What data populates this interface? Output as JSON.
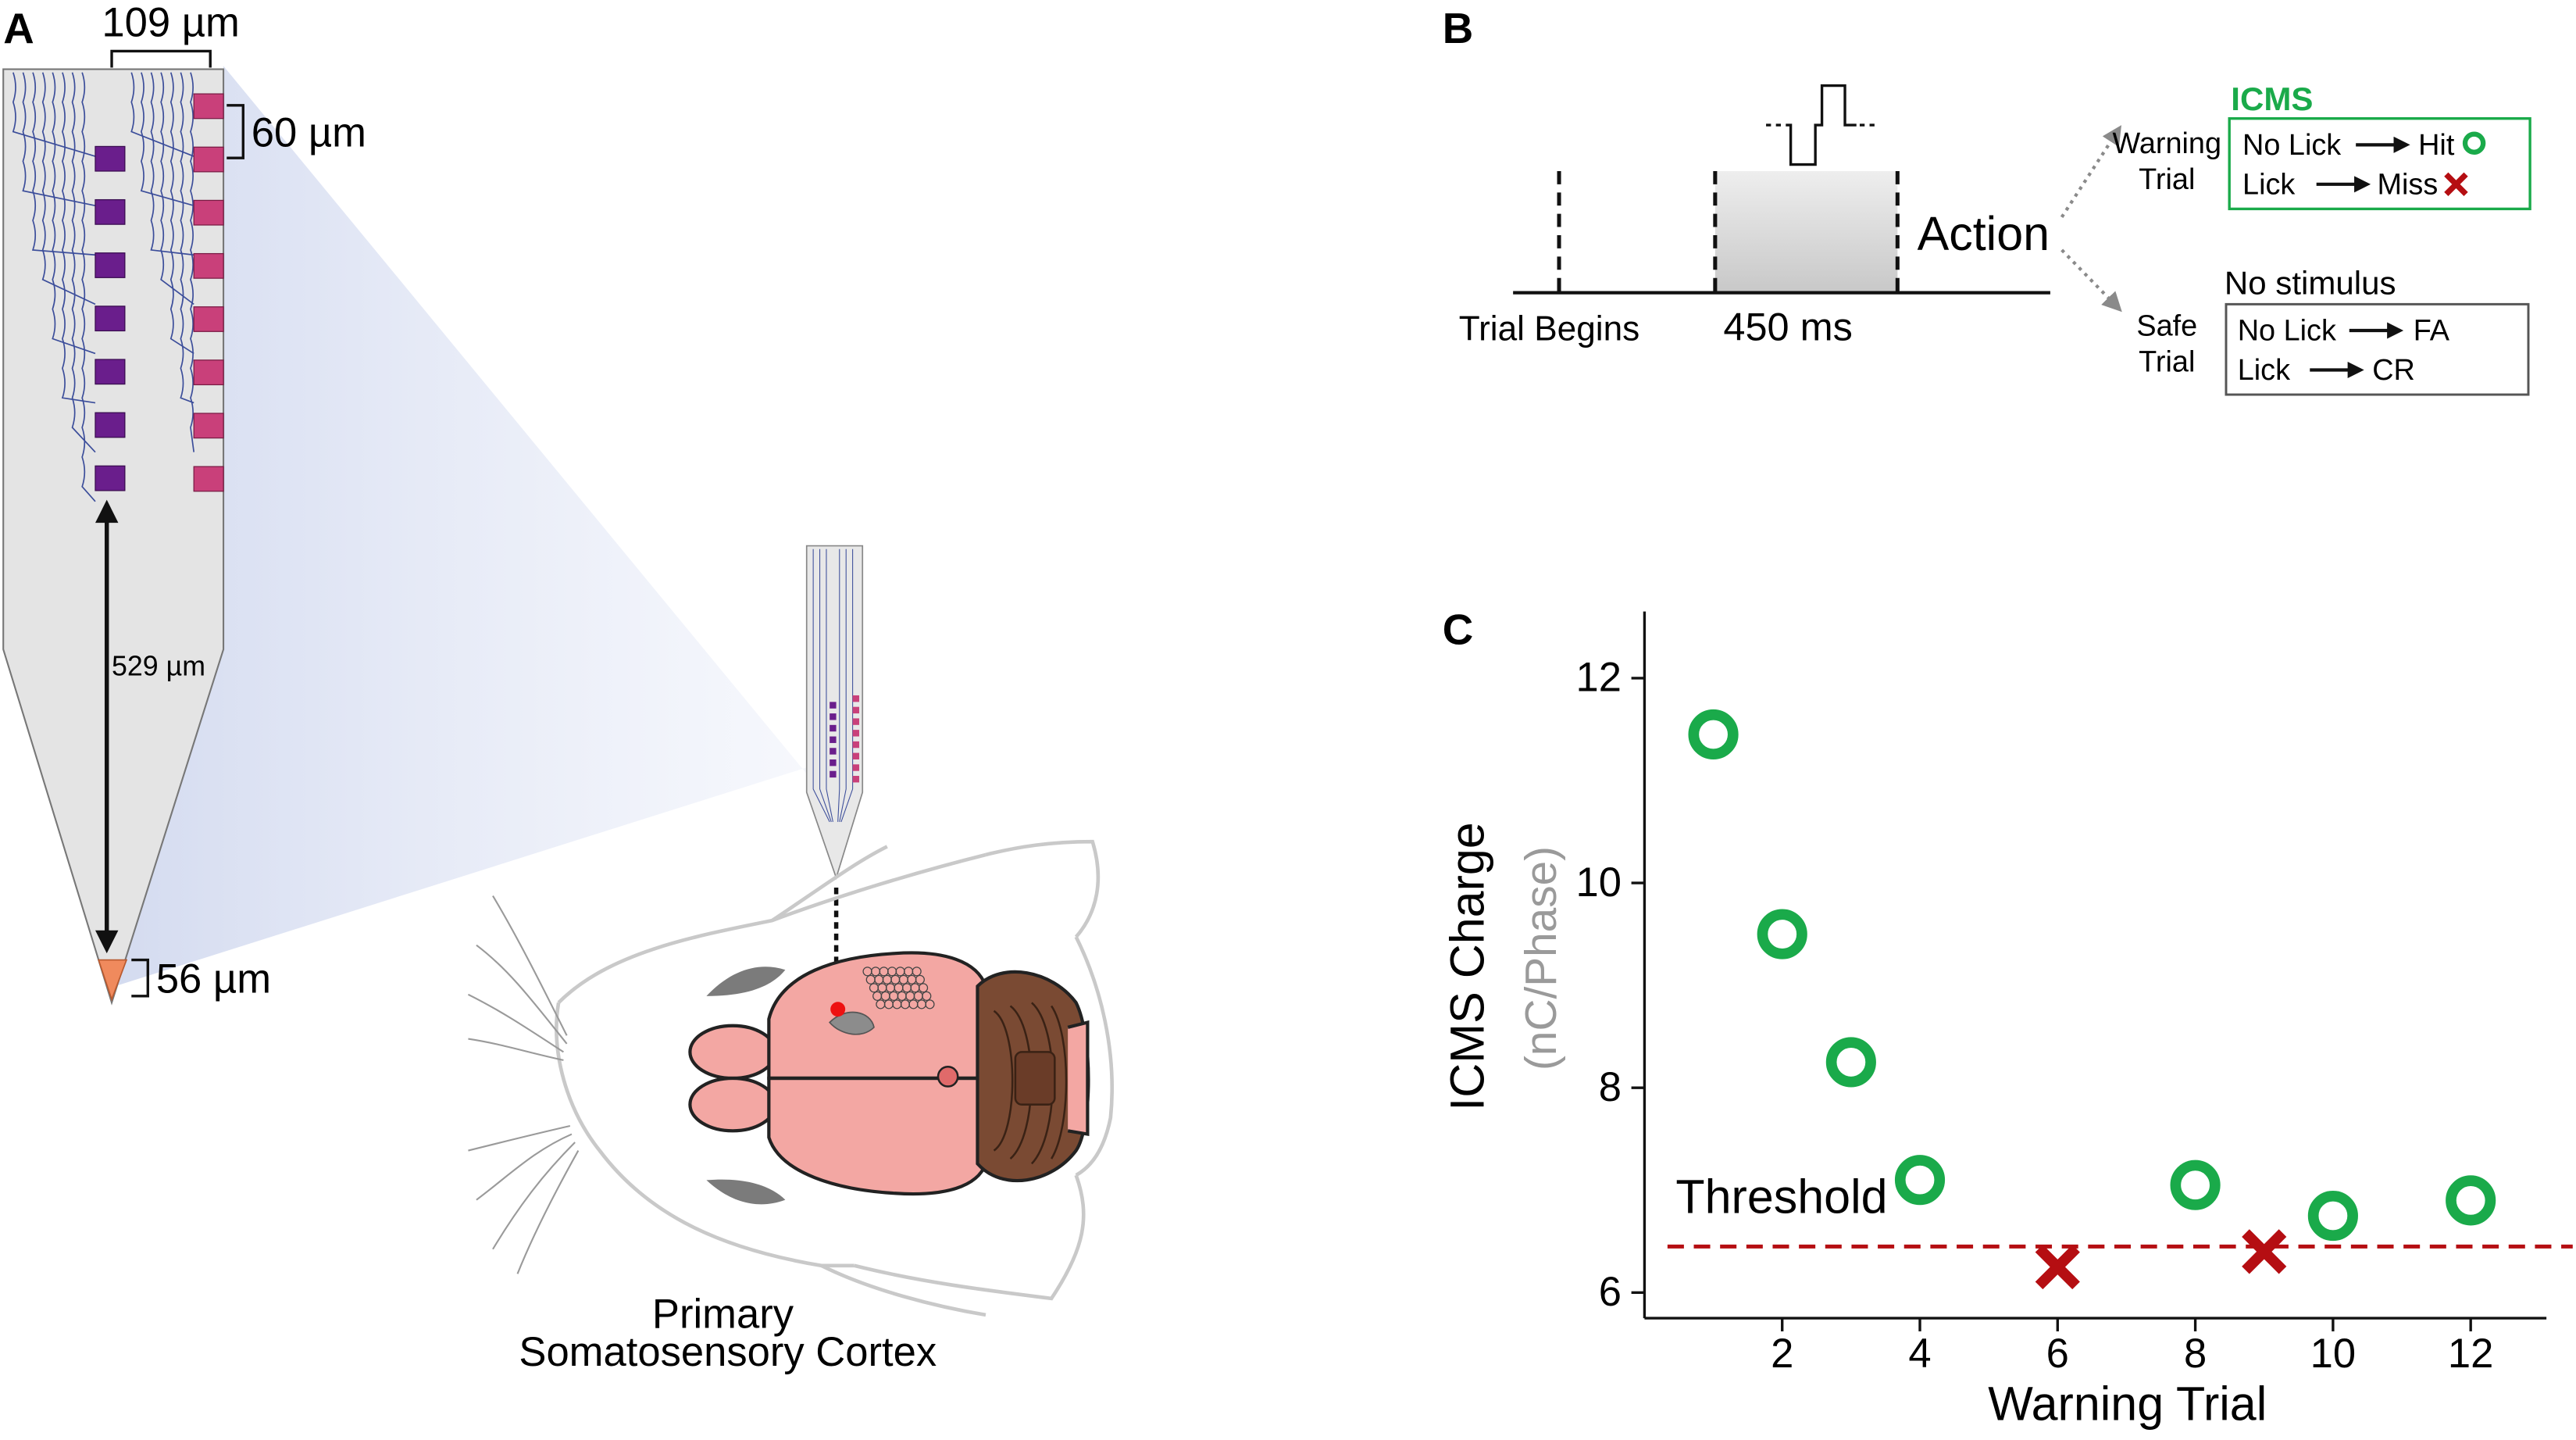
{
  "panel_a": {
    "label": "A",
    "width_label": "109 µm",
    "pitch_label": "60 µm",
    "length_label": "529 µm",
    "tip_label": "56 µm",
    "region_label_line1": "Primary",
    "region_label_line2": "Somatosensory Cortex",
    "colors": {
      "left_sites": "#6a1e8c",
      "right_sites": "#c9407a",
      "shank": "#e3e3e3",
      "traces": "#3b4d9a",
      "tip": "#f08a5d",
      "brain": "#f3a7a3",
      "cerebellum": "#7a4a33"
    }
  },
  "panel_b": {
    "label": "B",
    "trial_begins": "Trial Begins",
    "duration": "450 ms",
    "action": "Action",
    "warning_trial_line1": "Warning",
    "warning_trial_line2": "Trial",
    "safe_trial_line1": "Safe",
    "safe_trial_line2": "Trial",
    "icms_title": "ICMS",
    "no_stim_title": "No stimulus",
    "icms_rows": [
      {
        "response": "No Lick",
        "outcome": "Hit",
        "marker": "circle-icon"
      },
      {
        "response": "Lick",
        "outcome": "Miss",
        "marker": "cross-icon"
      }
    ],
    "nostim_rows": [
      {
        "response": "No Lick",
        "outcome": "FA"
      },
      {
        "response": "Lick",
        "outcome": "CR"
      }
    ],
    "colors": {
      "icms": "#1aaa4a",
      "miss": "#b50e12"
    }
  },
  "panel_c": {
    "label": "C",
    "threshold_label": "Threshold",
    "ylabel_main": "ICMS Charge",
    "ylabel_unit": "(nC/Phase)"
  },
  "chart_data": {
    "type": "scatter",
    "xlabel": "Warning Trial",
    "ylabel": "ICMS Charge (nC/Phase)",
    "xlim": [
      0,
      13.1
    ],
    "ylim": [
      5.75,
      12.65
    ],
    "xticks": [
      2,
      4,
      6,
      8,
      10,
      12
    ],
    "yticks": [
      6,
      8,
      10,
      12
    ],
    "threshold": 6.45,
    "series": [
      {
        "name": "Hit",
        "marker": "circle",
        "color": "#1aaa4a",
        "x": [
          1,
          2,
          3,
          4,
          8,
          10,
          12
        ],
        "y": [
          11.45,
          9.5,
          8.25,
          7.1,
          7.05,
          6.75,
          6.9
        ]
      },
      {
        "name": "Miss",
        "marker": "x",
        "color": "#b50e12",
        "x": [
          6,
          9
        ],
        "y": [
          6.25,
          6.4
        ]
      }
    ],
    "grid": false,
    "legend": "none"
  }
}
